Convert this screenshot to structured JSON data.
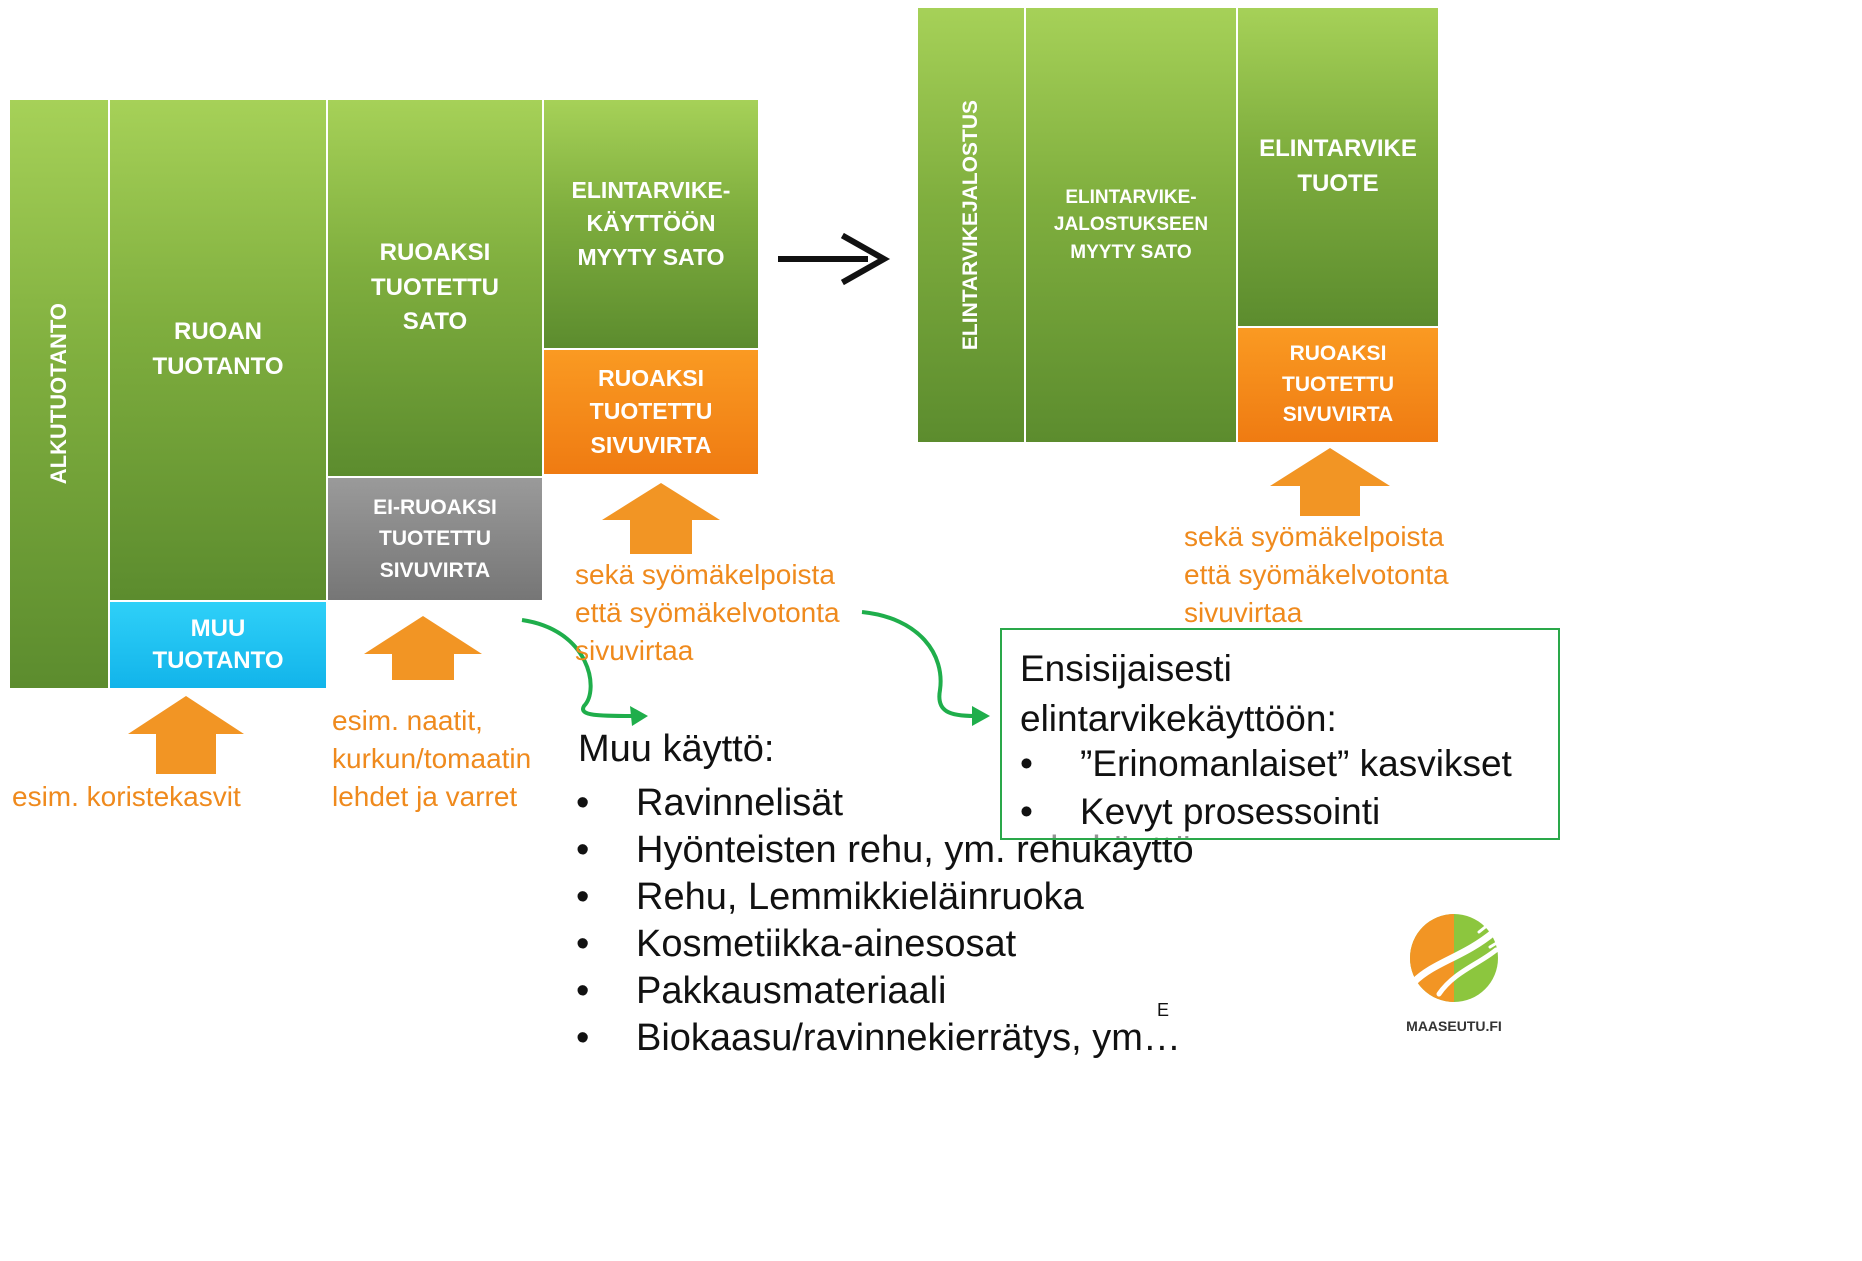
{
  "left_diagram": {
    "alkutuotanto": "ALKUTUOTANTO",
    "ruoan_tuotanto": "RUOAN\nTUOTANTO",
    "muu_tuotanto": "MUU\nTUOTANTO",
    "ruoaksi_tuotettu_sato": "RUOAKSI\nTUOTETTU\nSATO",
    "ei_ruoaksi_sivuvirta": "EI-RUOAKSI\nTUOTETTU\nSIVUVIRTA",
    "elintarvikekayttoon_myyty_sato": "ELINTARVIKE-\nKÄYTTÖÖN\nMYYTY SATO",
    "ruoaksi_tuotettu_sivuvirta": "RUOAKSI\nTUOTETTU\nSIVUVIRTA"
  },
  "right_diagram": {
    "elintarvikejalostus": "ELINTARVIKEJALOSTUS",
    "jalostukseen_myyty_sato": "ELINTARVIKE-\nJALOSTUKSEEN\nMYYTY SATO",
    "elintarvike_tuote": "ELINTARVIKE\nTUOTE",
    "ruoaksi_tuotettu_sivuvirta": "RUOAKSI\nTUOTETTU\nSIVUVIRTA"
  },
  "annotations": {
    "koristekasvit": "esim. koristekasvit",
    "naatit": "esim. naatit,\nkurkun/tomaatin\nlehdet ja varret",
    "sivuvirtaa_left": "sekä syömäkelpoista\nettä syömäkelvotonta\nsivuvirtaa",
    "sivuvirtaa_right": "sekä syömäkelpoista\nettä syömäkelvotonta\nsivuvirtaa"
  },
  "muu_kaytto": {
    "title": "Muu käyttö:",
    "items": [
      "Ravinnelisät",
      "Hyönteisten rehu, ym. rehukäyttö",
      "Rehu, Lemmikkieläinruoka",
      "Kosmetiikka-ainesosat",
      "Pakkausmateriaali",
      "Biokaasu/ravinnekierrätys, ym…"
    ]
  },
  "ensisijaisesti": {
    "title": "Ensisijaisesti\nelintarvikekäyttöön:",
    "items": [
      "”Erinomanlaiset” kasvikset",
      "Kevyt prosessointi"
    ]
  },
  "stray_letter": "E",
  "logo": {
    "name": "maaseutu-logo",
    "text": "MAASEUTU.FI"
  },
  "colors": {
    "green": "#7fae3e",
    "orange": "#ef7b12",
    "grey": "#888888",
    "blue": "#18bcee",
    "annotation_orange": "#ef8a1d",
    "connector_green": "#1fae4b"
  }
}
